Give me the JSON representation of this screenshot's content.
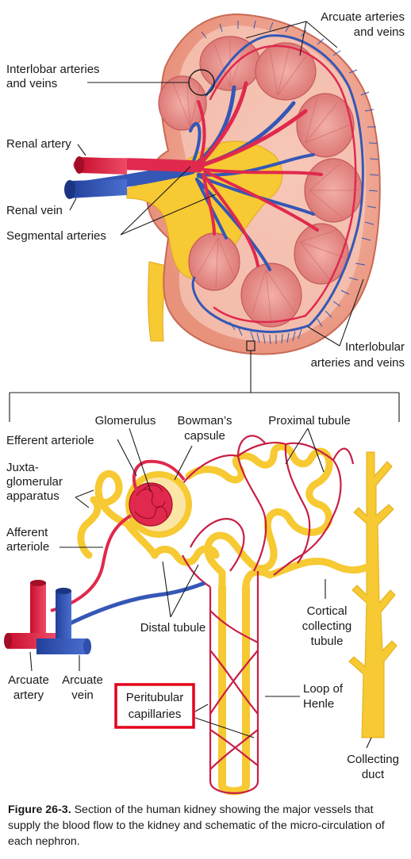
{
  "labels": {
    "arcuate_arteries_veins": [
      "Arcuate arteries",
      "and veins"
    ],
    "interlobar": [
      "Interlobar arteries",
      "and veins"
    ],
    "renal_artery": "Renal artery",
    "renal_vein": "Renal vein",
    "segmental_arteries": "Segmental arteries",
    "interlobular": [
      "Interlobular",
      "arteries and veins"
    ],
    "glomerulus": "Glomerulus",
    "bowmans_capsule": [
      "Bowman’s",
      "capsule"
    ],
    "proximal_tubule": "Proximal tubule",
    "efferent_arteriole": "Efferent arteriole",
    "juxtaglomerular": [
      "Juxta-",
      "glomerular",
      "apparatus"
    ],
    "afferent_arteriole": [
      "Afferent",
      "arteriole"
    ],
    "distal_tubule": "Distal tubule",
    "cortical_collecting": [
      "Cortical",
      "collecting",
      "tubule"
    ],
    "arcuate_artery": [
      "Arcuate",
      "artery"
    ],
    "arcuate_vein": [
      "Arcuate",
      "vein"
    ],
    "peritubular_capillaries": [
      "Peritubular",
      "capillaries"
    ],
    "loop_of_henle": [
      "Loop of",
      "Henle"
    ],
    "collecting_duct": [
      "Collecting",
      "duct"
    ]
  },
  "caption": {
    "figure_number": "Figure 26-3.",
    "text": "Section of the human kidney showing the major vessels that supply the blood flow to the kidney and schematic of the micro-circulation of each nephron."
  },
  "colors": {
    "artery": "#e0294d",
    "vein": "#3557b6",
    "tubule": "#f7c932",
    "cortex": "#f0a08c",
    "pyramid": "#e98a86",
    "highlight_box": "#e3001b"
  }
}
